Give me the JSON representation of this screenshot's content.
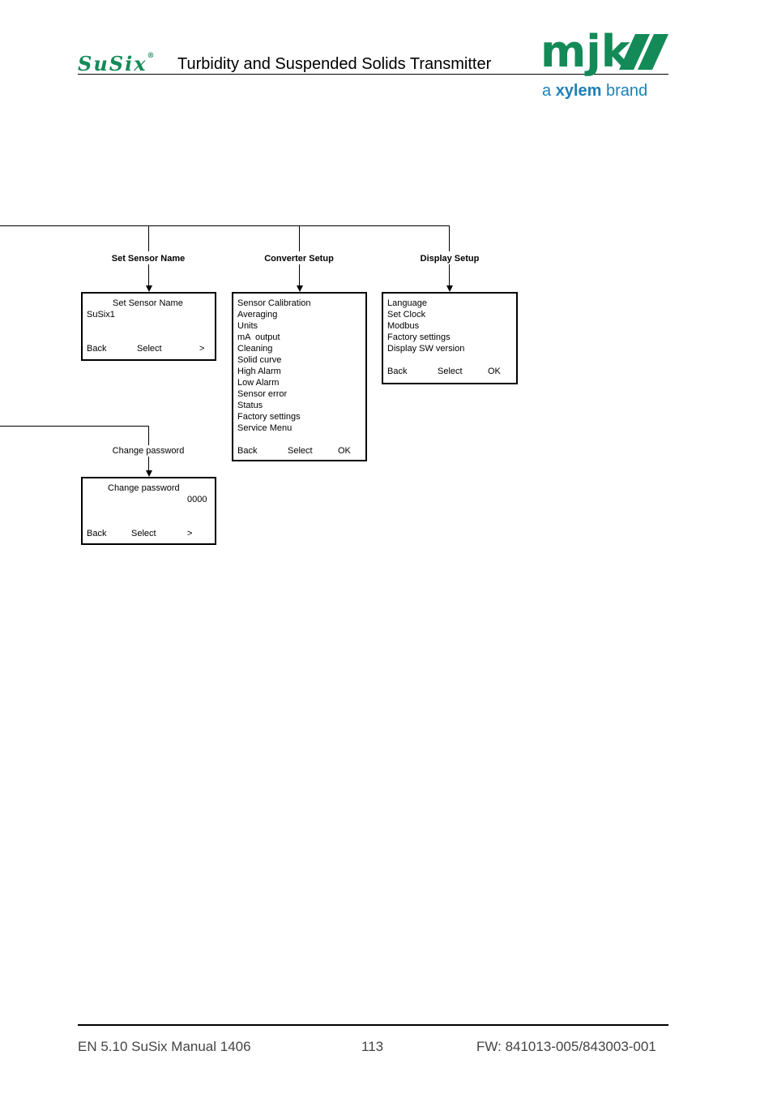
{
  "header": {
    "product_name": "SuSix",
    "registered_mark": "®",
    "title": "Turbidity and Suspended Solids Transmitter",
    "company_logo": "mjk",
    "tagline_prefix": "a ",
    "tagline_brand": "xylem",
    "tagline_suffix": " brand",
    "brand_color": "#138a57",
    "tagline_color": "#1e7fb8"
  },
  "diagram": {
    "set_sensor_name": {
      "label": "Set Sensor Name",
      "box": {
        "title": "Set Sensor Name",
        "value": "SuSix1",
        "back": "Back",
        "select": "Select",
        "next": ">"
      }
    },
    "converter_setup": {
      "label": "Converter Setup",
      "box": {
        "items": [
          "Sensor Calibration",
          "Averaging",
          "Units",
          "mA  output",
          "Cleaning",
          "Solid curve",
          "High Alarm",
          "Low Alarm",
          "Sensor error",
          "Status",
          "Factory settings",
          "Service Menu"
        ],
        "back": "Back",
        "select": "Select",
        "ok": "OK"
      }
    },
    "display_setup": {
      "label": "Display Setup",
      "box": {
        "items": [
          "Language",
          "Set Clock",
          "Modbus",
          "Factory settings",
          "Display SW version"
        ],
        "back": "Back",
        "select": "Select",
        "ok": "OK"
      }
    },
    "change_password": {
      "label": "Change password",
      "box": {
        "title": "Change password",
        "value": "0000",
        "back": "Back",
        "select": "Select",
        "next": ">"
      }
    }
  },
  "footer": {
    "left": "EN 5.10 SuSix Manual 1406",
    "page_number": "113",
    "right": "FW: 841013-005/843003-001"
  }
}
